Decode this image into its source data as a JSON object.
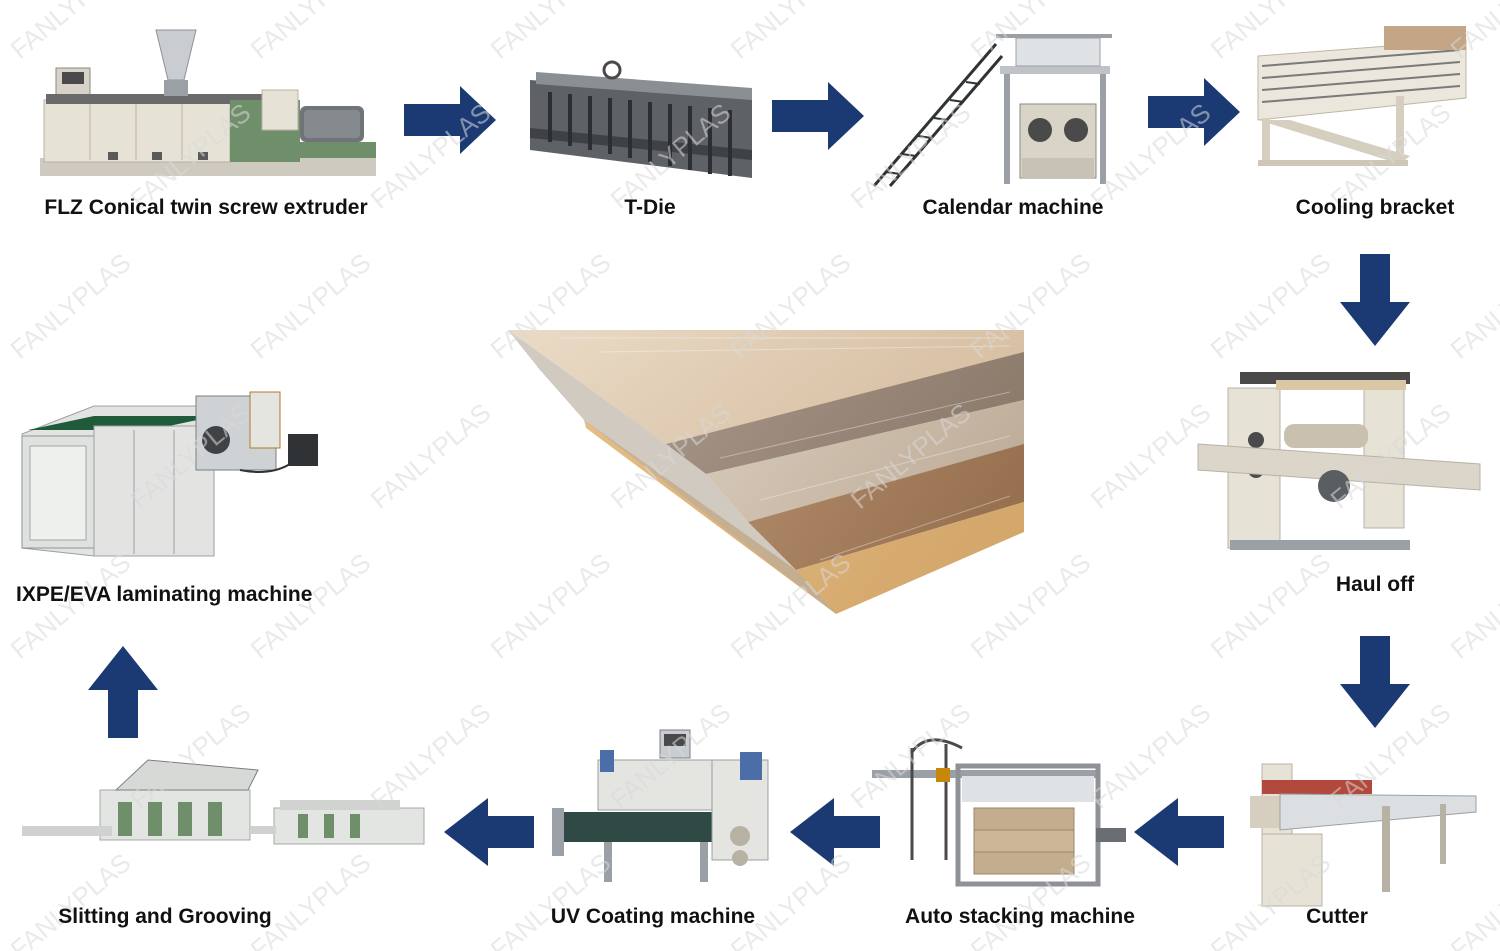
{
  "watermark": "FANLYPLAS",
  "colors": {
    "arrow": "#1b3a73",
    "machine_body": "#e7e2d6",
    "machine_dark": "#4a4a4a",
    "machine_green": "#6f8f6a",
    "steel": "#9aa0a6",
    "wood_light": "#e9d3b6",
    "wood_mid": "#c9a685",
    "wood_dark": "#8e7a68"
  },
  "steps": {
    "extruder": {
      "label": "FLZ Conical twin screw extruder",
      "icon": "extruder-machine-icon"
    },
    "tdie": {
      "label": "T-Die",
      "icon": "t-die-icon"
    },
    "calendar": {
      "label": "Calendar machine",
      "icon": "calendar-machine-icon"
    },
    "cooling": {
      "label": "Cooling bracket",
      "icon": "cooling-bracket-icon"
    },
    "hauloff": {
      "label": "Haul off",
      "icon": "haul-off-machine-icon"
    },
    "cutter": {
      "label": "Cutter",
      "icon": "cutter-machine-icon"
    },
    "stacking": {
      "label": "Auto stacking machine",
      "icon": "stacking-machine-icon"
    },
    "uv": {
      "label": "UV Coating machine",
      "icon": "uv-coating-machine-icon"
    },
    "slitting": {
      "label": "Slitting and Grooving",
      "icon": "slitting-grooving-machine-icon"
    },
    "laminating": {
      "label": "IXPE/EVA laminating machine",
      "icon": "laminating-machine-icon"
    }
  },
  "product": {
    "icon": "spc-floor-planks-icon"
  }
}
